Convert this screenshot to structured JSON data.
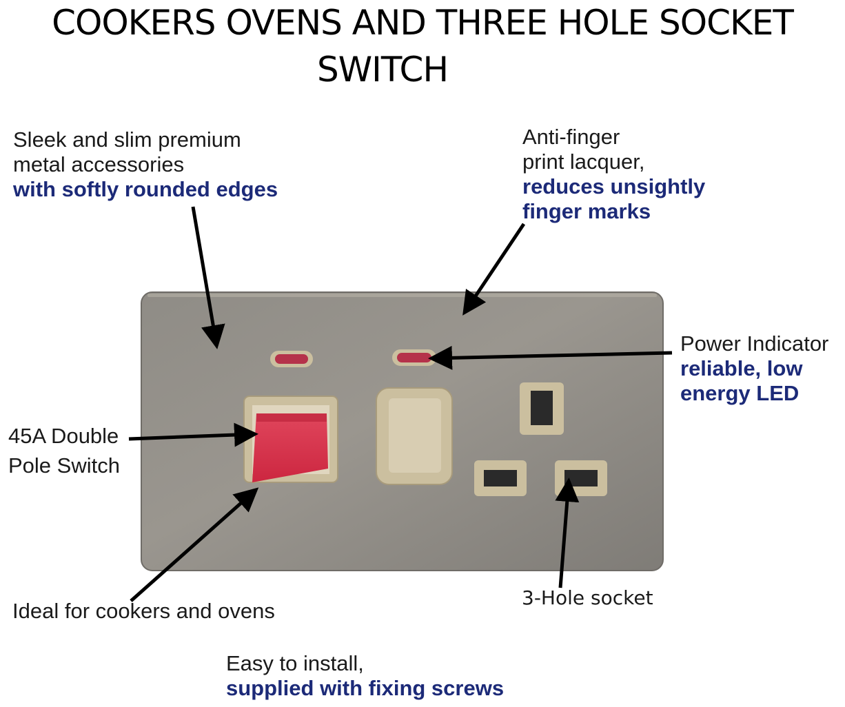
{
  "title": {
    "line1": "COOKERS OVENS AND THREE HOLE SOCKET",
    "line2": "SWITCH"
  },
  "notes": {
    "sleek": {
      "line1": "Sleek and slim premium",
      "line2": "metal accessories",
      "bold": "with softly rounded edges"
    },
    "antifinger": {
      "line1": "Anti-finger",
      "line2": "print lacquer,",
      "bold1": "reduces unsightly",
      "bold2": "finger marks"
    },
    "power": {
      "line1": "Power Indicator",
      "bold1": "reliable, low",
      "bold2": "energy LED"
    },
    "switch45": {
      "line1": "45A Double",
      "line2": "Pole Switch"
    },
    "ideal": {
      "line1": "Ideal for cookers and ovens"
    },
    "socket": {
      "line1": "3-Hole socket"
    },
    "install": {
      "line1": "Easy to install,",
      "bold": "supplied with fixing screws"
    }
  },
  "colors": {
    "highlight_text": "#1c2a78",
    "plate": "#8d8a84",
    "rocker_red": "#d8304a",
    "insert_beige": "#cbbf9f"
  }
}
